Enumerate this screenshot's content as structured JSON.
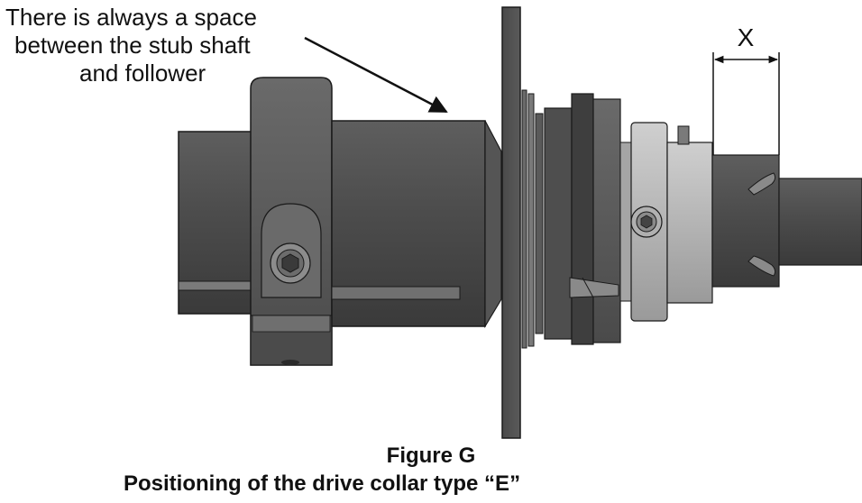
{
  "callout": {
    "line1": "There is always a space",
    "line2": "between the stub shaft",
    "line3": "and follower"
  },
  "dimension": {
    "label": "X"
  },
  "caption": {
    "title": "Figure G",
    "subtitle": "Positioning of the drive collar type “E”"
  },
  "colors": {
    "metal_dark": "#4a4a4a",
    "metal_mid": "#5c5c5c",
    "metal_light": "#bdbdbd",
    "outline": "#1a1a1a"
  }
}
